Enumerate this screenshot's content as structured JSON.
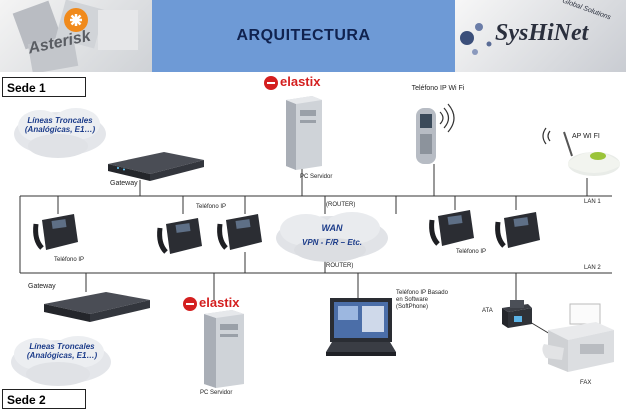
{
  "header": {
    "title": "ARQUITECTURA",
    "left_logo_text": "Asterisk",
    "right_logo_text": "SysHiNet",
    "right_logo_tag": "Global Solutions"
  },
  "sede1": {
    "label": "Sede 1"
  },
  "sede2": {
    "label": "Sede 2"
  },
  "top": {
    "cloud_text": "Líneas Troncales (Analógicas, E1…)",
    "gateway_label": "Gateway",
    "elastix_logo": "elastix",
    "server_label": "PC Servidor",
    "wifi_phone_label": "Teléfono IP Wi Fi",
    "ap_label": "AP  WI FI",
    "lan_label": "LAN 1"
  },
  "middle": {
    "phone_left_label": "Teléfono  IP",
    "phone_mid_label": "Teléfono  IP",
    "router_top": "(ROUTER)",
    "router_bottom": "ROUTER)",
    "wan_title": "WAN",
    "wan_sub": "VPN - F/R – Etc.",
    "phone_right_label": "Teléfono  IP",
    "lan_label": "LAN 2"
  },
  "bottom": {
    "gateway_label": "Gateway",
    "cloud_text": "Líneas Troncales (Analógicas, E1…)",
    "elastix_logo": "elastix",
    "server_label": "PC Servidor",
    "softphone_label": "Teléfono IP Basado en Software (SoftPhone)",
    "ata_label": "ATA",
    "fax_label": "FAX"
  },
  "colors": {
    "title_bg": "#6e9ad6",
    "title_text": "#10224f",
    "line": "#333333",
    "cloud_text": "#1c3c8a",
    "elastix_red": "#d41f1f"
  }
}
